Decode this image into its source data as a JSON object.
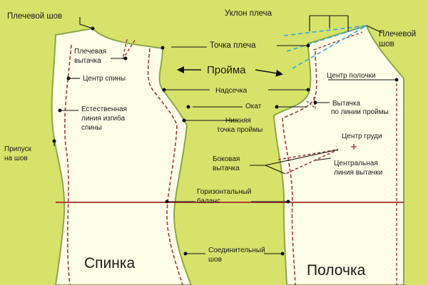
{
  "labels": {
    "shoulder_seam_left": "Плечевой шов",
    "shoulder_slope": "Уклон плеча",
    "shoulder_seam_right_1": "Плечевой",
    "shoulder_seam_right_2": "шов",
    "shoulder_point": "Точка плеча",
    "shoulder_dart_1": "Плечевая",
    "shoulder_dart_2": "вытачка",
    "armhole": "Пройма",
    "back_center": "Центр спины",
    "front_center": "Центр полочки",
    "notch": "Надсечка",
    "natural_curve_1": "Естественная",
    "natural_curve_2": "линия изгиба",
    "natural_curve_3": "спины",
    "cap": "Окат",
    "armhole_dart_1": "Вытачка",
    "armhole_dart_2": "по линии проймы",
    "armhole_low_1": "Нижняя",
    "armhole_low_2": "точка проймы",
    "bust_center": "Центр груди",
    "seam_allowance_1": "Припуск",
    "seam_allowance_2": "на шов",
    "side_dart_1": "Боковая",
    "side_dart_2": "вытачка",
    "dart_center_1": "Центральная",
    "dart_center_2": "линия вытачки",
    "horizontal_balance_1": "Горизонтальный",
    "horizontal_balance_2": "баланс",
    "joining_seam_1": "Соединительный",
    "joining_seam_2": "шов",
    "back": "Спинка",
    "front": "Полочка"
  },
  "colors": {
    "background": "#d6e26a",
    "pattern_fill": "#fefde8",
    "outline": "#8ea64a",
    "dashed": "#9a3b3b",
    "balance_line": "#a52a2a",
    "slope_lines": "#35a7d8",
    "pointer": "#111111"
  }
}
